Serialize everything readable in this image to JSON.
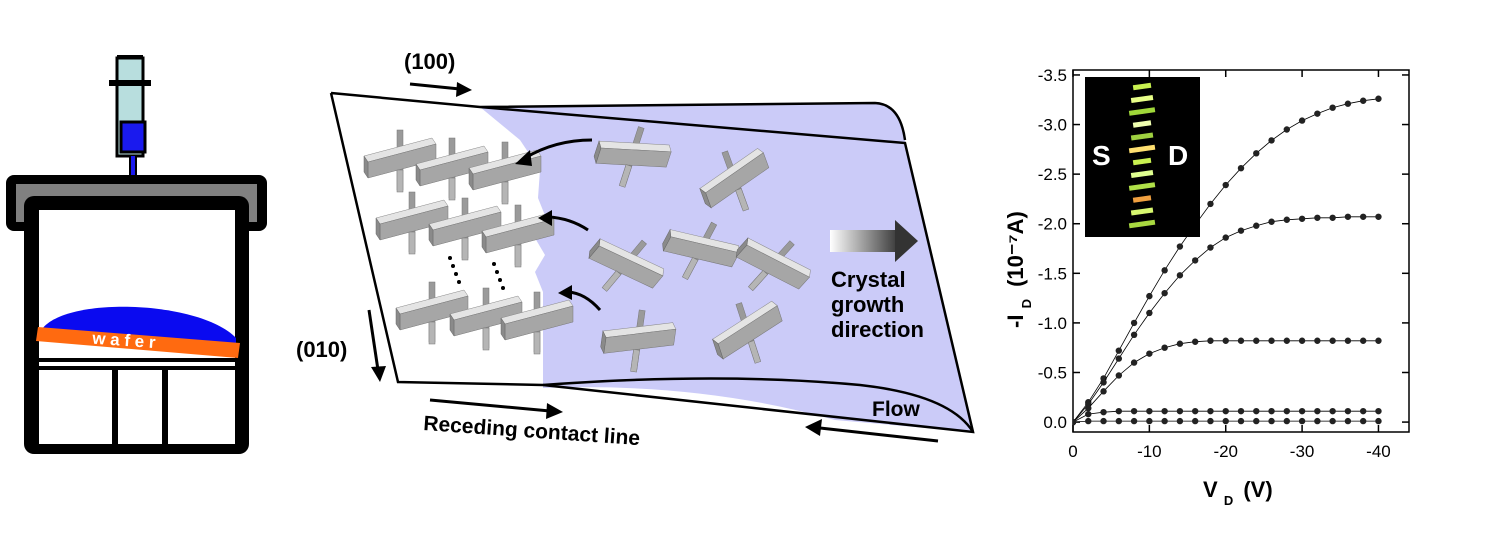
{
  "apparatus": {
    "wafer_label": "w a f e r",
    "colors": {
      "syringe_fluid": "#b8dede",
      "plunger": "#1a1aee",
      "droplet": "#0a0af0",
      "wafer": "#ff6a10"
    }
  },
  "schematic": {
    "label_100": "(100)",
    "label_010": "(010)",
    "growth_direction": [
      "Crystal",
      "growth",
      "direction"
    ],
    "flow": "Flow",
    "receding_line": "Receding contact line",
    "solution_color": "#c8c8f8"
  },
  "chart_data": {
    "type": "scatter",
    "xlabel_main": "V",
    "xlabel_sub": "D",
    "xlabel_unit": "(V)",
    "ylabel_prefix": "-I",
    "ylabel_sub": "D",
    "ylabel_unit": "(10⁻⁷A)",
    "xlim": [
      0,
      -44
    ],
    "ylim": [
      0.1,
      -3.55
    ],
    "xticks": [
      0,
      -10,
      -20,
      -30,
      -40
    ],
    "xtick_labels": [
      "0",
      "-10",
      "-20",
      "-30",
      "-40"
    ],
    "yticks": [
      0.0,
      -0.5,
      -1.0,
      -1.5,
      -2.0,
      -2.5,
      -3.0,
      -3.5
    ],
    "ytick_labels": [
      "0.0",
      "-0.5",
      "-1.0",
      "-1.5",
      "-2.0",
      "-2.5",
      "-3.0",
      "-3.5"
    ],
    "x": [
      0,
      -2,
      -4,
      -6,
      -8,
      -10,
      -12,
      -14,
      -16,
      -18,
      -20,
      -22,
      -24,
      -26,
      -28,
      -30,
      -32,
      -34,
      -36,
      -38,
      -40
    ],
    "series": [
      {
        "values": [
          0,
          -0.2,
          -0.44,
          -0.72,
          -1.0,
          -1.27,
          -1.53,
          -1.77,
          -1.99,
          -2.2,
          -2.39,
          -2.56,
          -2.71,
          -2.84,
          -2.95,
          -3.04,
          -3.11,
          -3.17,
          -3.21,
          -3.24,
          -3.26
        ]
      },
      {
        "values": [
          0,
          -0.18,
          -0.4,
          -0.64,
          -0.88,
          -1.1,
          -1.3,
          -1.48,
          -1.63,
          -1.76,
          -1.86,
          -1.93,
          -1.98,
          -2.02,
          -2.04,
          -2.05,
          -2.06,
          -2.06,
          -2.07,
          -2.07,
          -2.07
        ]
      },
      {
        "values": [
          0,
          -0.14,
          -0.31,
          -0.47,
          -0.6,
          -0.69,
          -0.75,
          -0.79,
          -0.81,
          -0.82,
          -0.82,
          -0.82,
          -0.82,
          -0.82,
          -0.82,
          -0.82,
          -0.82,
          -0.82,
          -0.82,
          -0.82,
          -0.82
        ]
      },
      {
        "values": [
          0,
          -0.08,
          -0.1,
          -0.11,
          -0.11,
          -0.11,
          -0.11,
          -0.11,
          -0.11,
          -0.11,
          -0.11,
          -0.11,
          -0.11,
          -0.11,
          -0.11,
          -0.11,
          -0.11,
          -0.11,
          -0.11,
          -0.11,
          -0.11
        ]
      },
      {
        "values": [
          0,
          -0.01,
          -0.01,
          -0.01,
          -0.01,
          -0.01,
          -0.01,
          -0.01,
          -0.01,
          -0.01,
          -0.01,
          -0.01,
          -0.01,
          -0.01,
          -0.01,
          -0.01,
          -0.01,
          -0.01,
          -0.01,
          -0.01,
          -0.01
        ]
      }
    ],
    "inset": {
      "left_label": "S",
      "right_label": "D"
    },
    "grid": false
  }
}
